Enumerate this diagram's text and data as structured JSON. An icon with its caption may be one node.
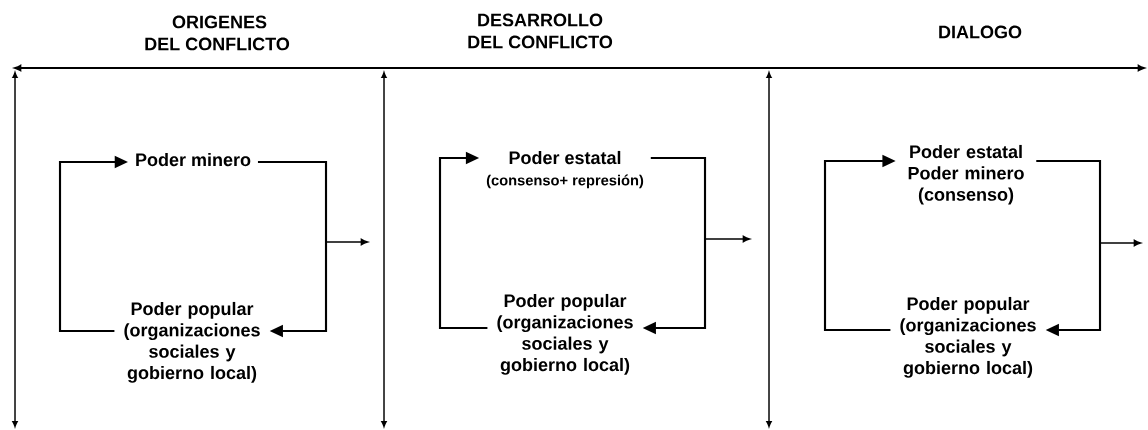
{
  "diagram": {
    "nodes": [
      {
        "text": [
          "Poder minero"
        ]
      },
      {
        "text": [
          "Poder popular (organizaciones sociales y gobierno local)"
        ]
      },
      {
        "text": [
          "Poder estatal",
          "(consenso+ represión)"
        ]
      },
      {
        "text": [
          "Poder popular (organizaciones sociales y gobierno local)"
        ]
      },
      {
        "text": [
          "Poder estatal Poder minero (consenso)"
        ]
      },
      {
        "text": [
          "Poder popular (organizaciones sociales y gobierno local)"
        ]
      }
    ],
    "edges": [
      {
        "from": 0,
        "to": 1,
        "arrow": "to"
      },
      {
        "from": 1,
        "to": 0,
        "arrow": "to"
      },
      {
        "from": 2,
        "to": 3,
        "arrow": "to"
      },
      {
        "from": 3,
        "to": 2,
        "arrow": "to"
      },
      {
        "from": 4,
        "to": 5,
        "arrow": "to"
      },
      {
        "from": 5,
        "to": 4,
        "arrow": "to"
      }
    ],
    "labels": [
      "ORIGENES DEL CONFLICTO",
      "DESARROLLO DEL CONFLICTO",
      "DIALOGO"
    ]
  }
}
